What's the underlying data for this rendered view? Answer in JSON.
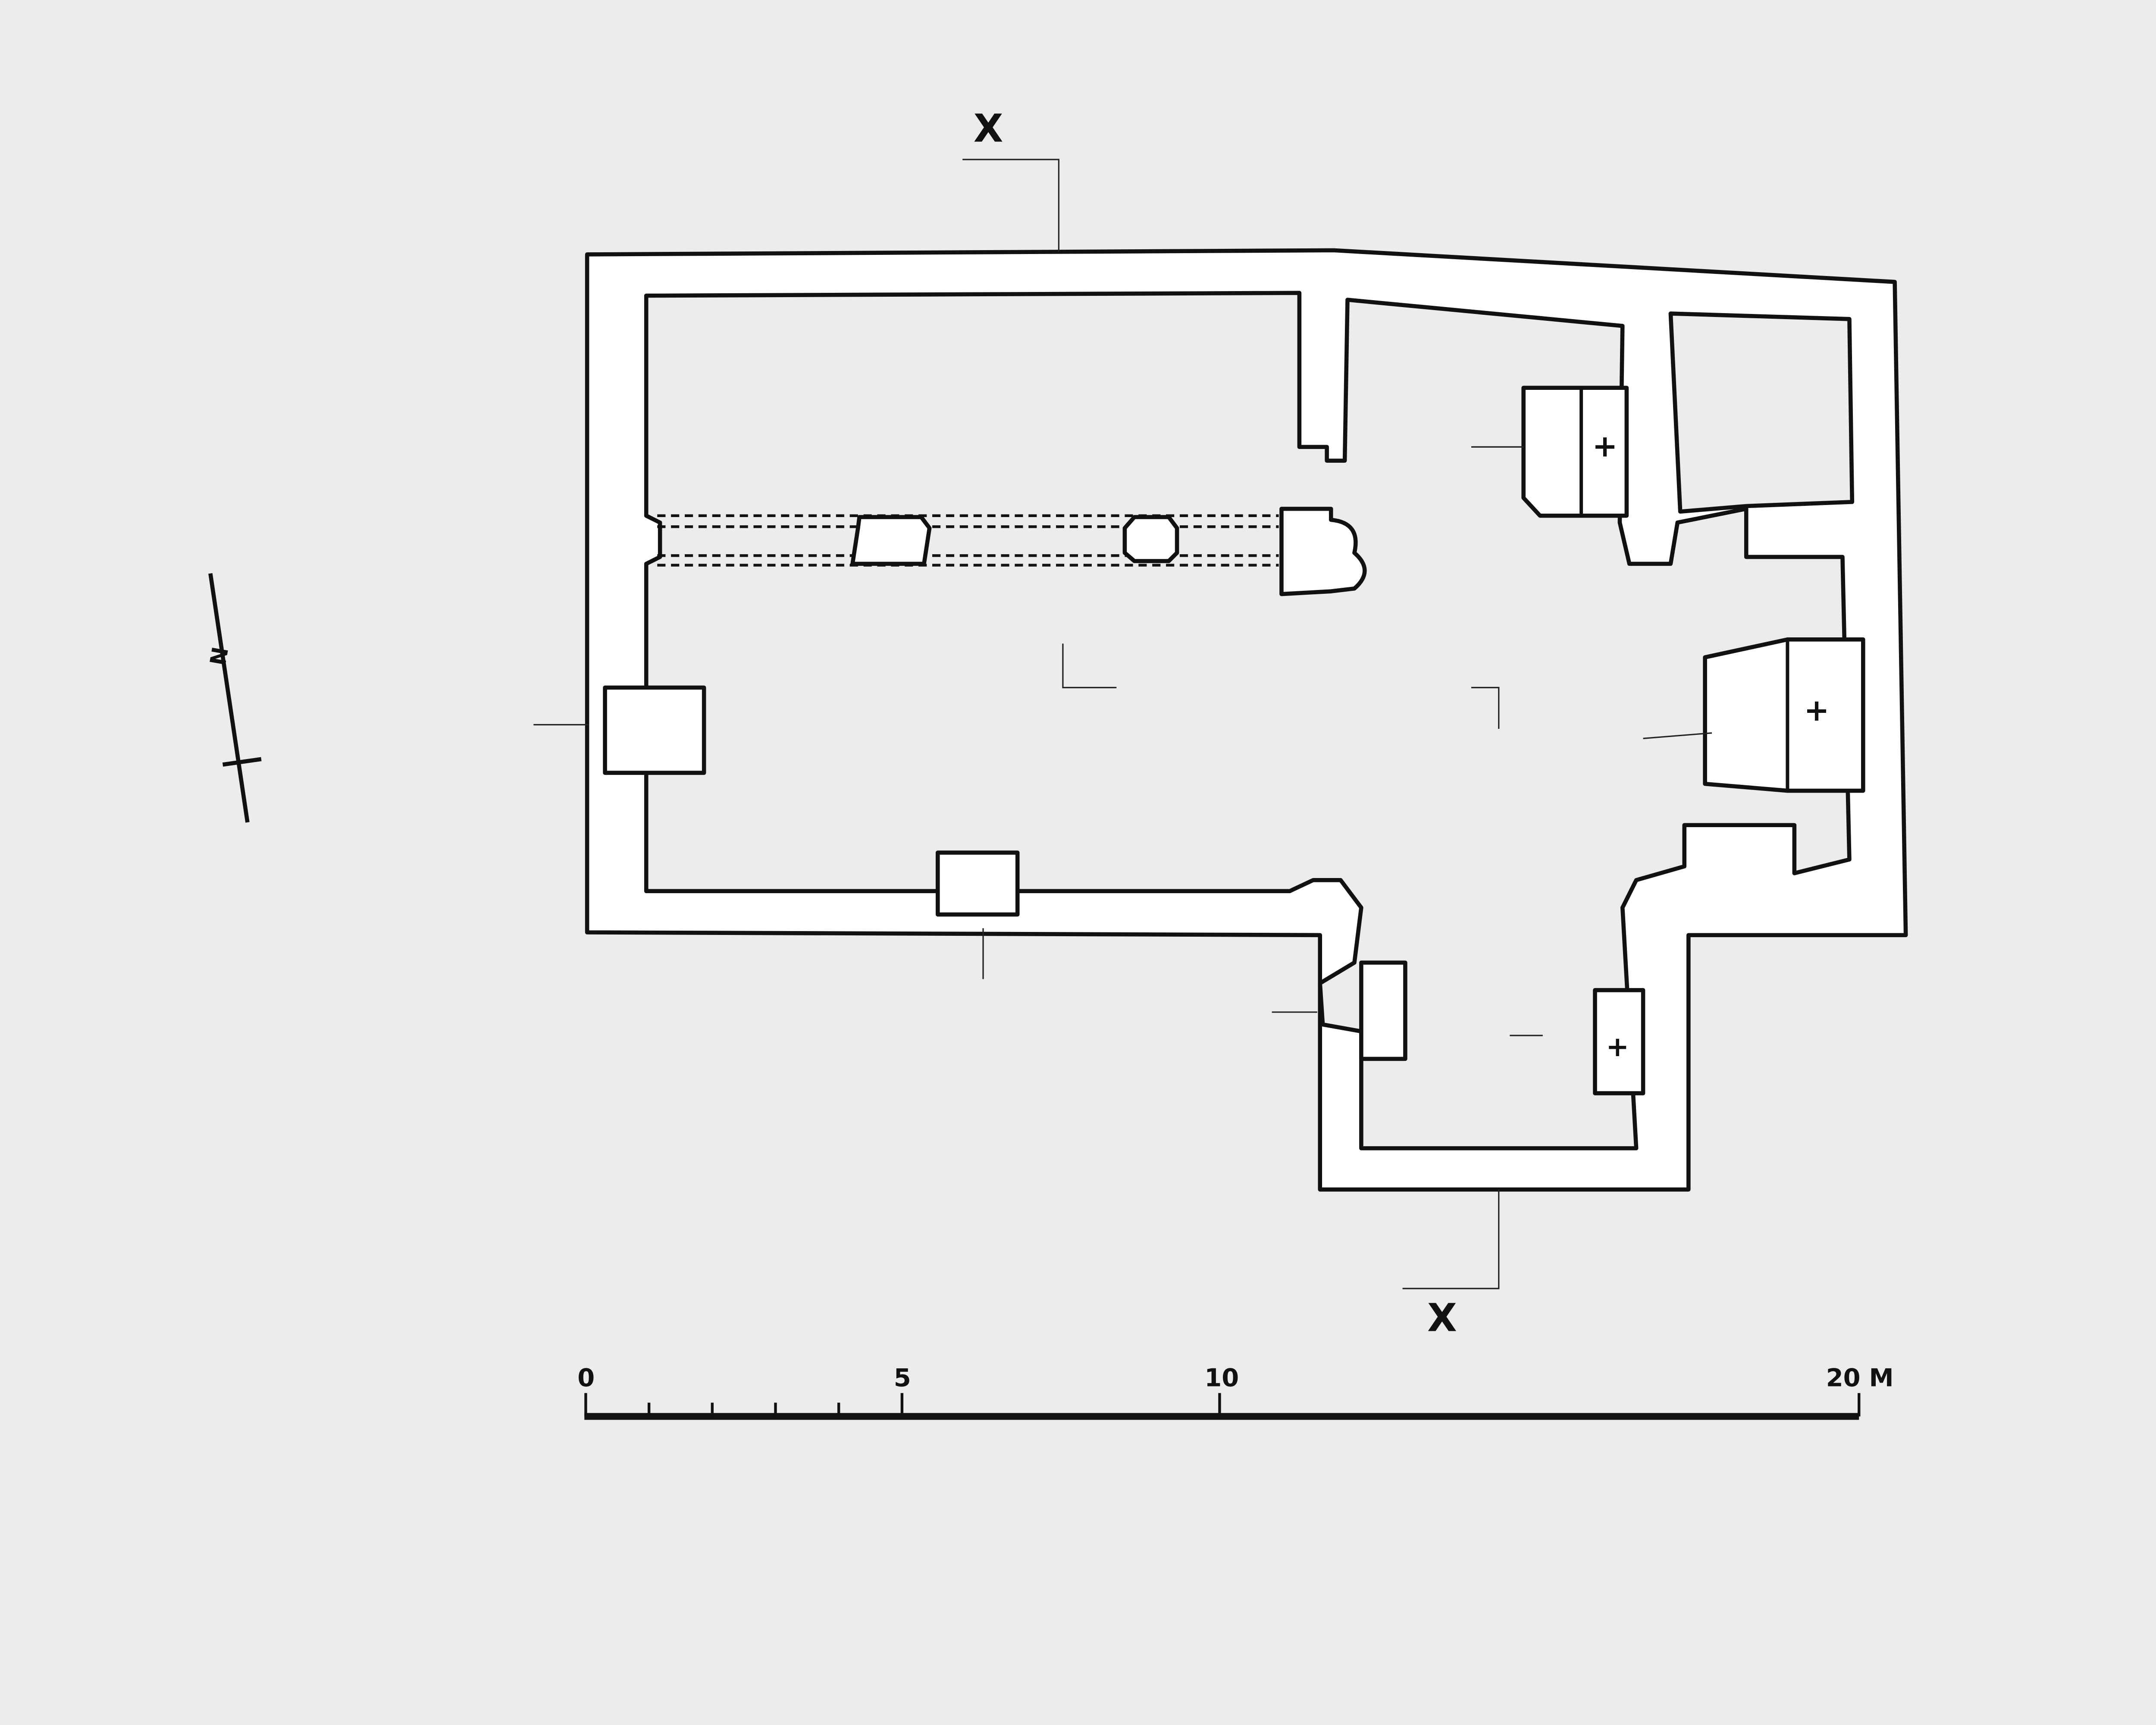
{
  "plan": {
    "section_marker_top": "X",
    "section_marker_bottom": "X",
    "north_label": "N",
    "altar_symbol": "+"
  },
  "scale_bar": {
    "labels": [
      "0",
      "5",
      "10",
      "20 M"
    ],
    "unit": "M",
    "max_value": 20
  },
  "colors": {
    "background": "#ececec",
    "ink": "#111111"
  }
}
